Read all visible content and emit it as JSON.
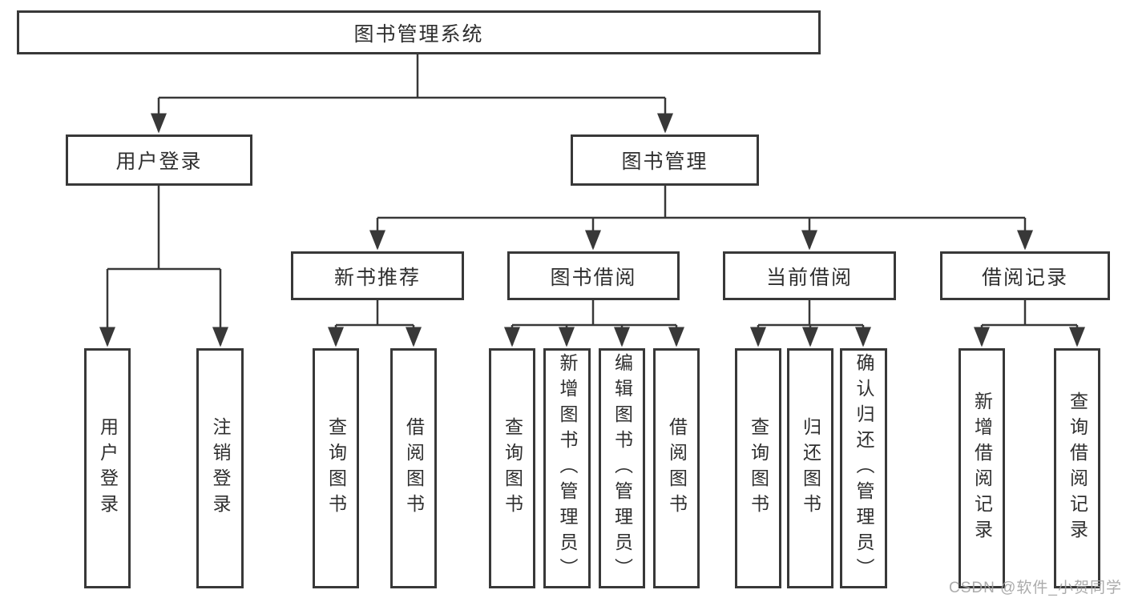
{
  "colors": {
    "line": "#383838",
    "box_border": "#383838",
    "text": "#2f2f2f",
    "background": "#ffffff",
    "watermark": "#a3a3a3"
  },
  "tree": {
    "root": {
      "label": "图书管理系统"
    },
    "level2": [
      {
        "label": "用户登录"
      },
      {
        "label": "图书管理"
      }
    ],
    "level3": [
      {
        "label": "新书推荐"
      },
      {
        "label": "图书借阅"
      },
      {
        "label": "当前借阅"
      },
      {
        "label": "借阅记录"
      }
    ],
    "leaves": {
      "user_login": [
        "用户登录",
        "注销登录"
      ],
      "new_book_recommend": [
        "查询图书",
        "借阅图书"
      ],
      "book_borrow": [
        "查询图书",
        "新增图书（管理员）",
        "编辑图书（管理员）",
        "借阅图书"
      ],
      "current_borrow": [
        "查询图书",
        "归还图书",
        "确认归还（管理员）"
      ],
      "borrow_records": [
        "新增借阅记录",
        "查询借阅记录"
      ]
    }
  },
  "watermark": "CSDN @软件_小贺同学"
}
